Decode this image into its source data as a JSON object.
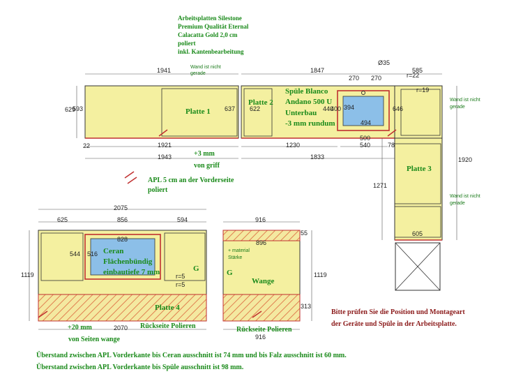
{
  "header": {
    "lines": [
      "Arbeitsplatten Silestone",
      "Premium Qualität Eternal",
      "Calacatta Gold 2,0 cm",
      "poliert",
      "inkl. Kantenbearbeitung"
    ]
  },
  "notes": {
    "wand_top": [
      "Wand ist nicht",
      "gerade"
    ],
    "wand_right1": [
      "Wand ist nicht",
      "gerade"
    ],
    "wand_right2": [
      "Wand ist nicht",
      "gerade"
    ],
    "apl": [
      "APL 5 cm an der Vorderseite",
      "poliert"
    ],
    "plus3": "+3 mm",
    "von_griff": "von griff",
    "plus20": "+20 mm",
    "von_seiten": "von Seiten wange",
    "material": [
      "+ material",
      "Stärke"
    ],
    "bitte": [
      "Bitte prüfen Sie die Position und Montageart",
      "der Geräte und Spüle in der Arbeitsplatte."
    ],
    "footer": [
      "Überstand zwischen APL Vorderkante bis Ceran ausschnitt ist 74 mm und bis Falz ausschnitt ist 60 mm.",
      "Überstand zwischen APL Vorderkante bis Spüle ausschnitt ist 98 mm."
    ]
  },
  "panels": {
    "platte1": "Platte 1",
    "platte2": "Platte 2",
    "platte3": "Platte 3",
    "platte4": "Platte 4",
    "wange": "Wange",
    "g1": "G",
    "g2": "G"
  },
  "sink": [
    "Spüle Blanco",
    "Andano 500 U",
    "Unterbau",
    "-3 mm rundum"
  ],
  "ceran": [
    "Ceran",
    "Flächenbündig",
    "einbautiefe 7 mm"
  ],
  "rueckseite1": "Rückseite Polieren",
  "rueckseite2": "Rückseite Polieren",
  "dims": {
    "top_1941": "1941",
    "top_1847": "1847",
    "top_585": "585",
    "d35": "Ø35",
    "d270a": "270",
    "d270b": "270",
    "r22": "r=22",
    "r19": "r=19",
    "d629": "629",
    "d593": "593",
    "d637": "637",
    "d622": "622",
    "d646": "646",
    "d440": "440",
    "d400": "400",
    "d394": "394",
    "d494": "494",
    "d500": "500",
    "d22": "22",
    "d1921": "1921",
    "d1230": "1230",
    "d540": "540",
    "d78": "78",
    "d1943": "1943",
    "d1833": "1833",
    "d1920": "1920",
    "d1271": "1271",
    "d605": "605",
    "d2075": "2075",
    "d625": "625",
    "d856": "856",
    "d594": "594",
    "d828": "828",
    "d544": "544",
    "d516": "516",
    "r5a": "r=5",
    "r5b": "r=5",
    "d1119a": "1119",
    "d2070": "2070",
    "d916a": "916",
    "d896": "896",
    "d55": "55",
    "d313": "313",
    "d1119b": "1119",
    "d916b": "916"
  }
}
